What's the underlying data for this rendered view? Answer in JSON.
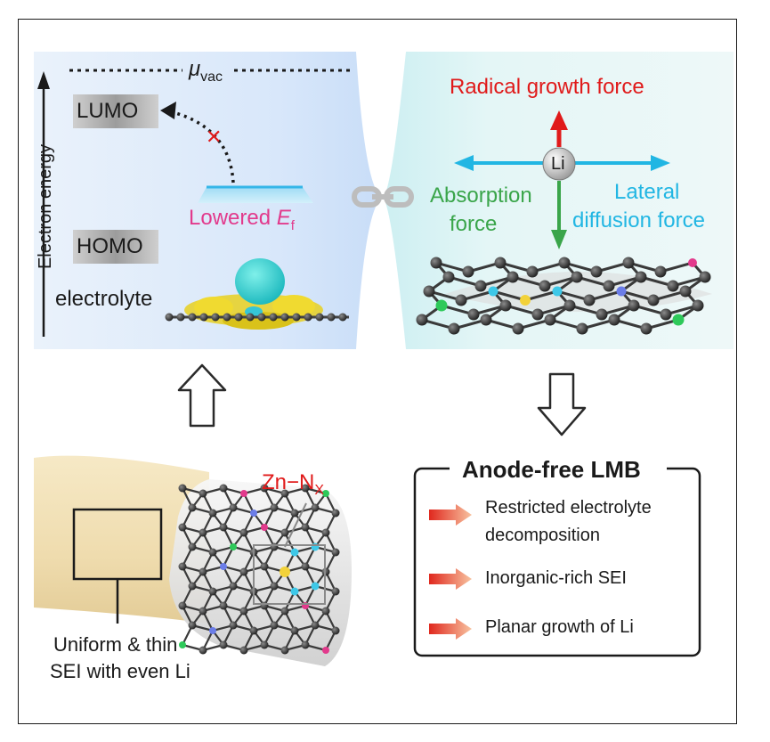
{
  "left_panel": {
    "axis_label": "Electron energy",
    "vac_mu": "μ",
    "vac_sub": "vac",
    "lumo": "LUMO",
    "homo": "HOMO",
    "electrolyte": "electrolyte",
    "lowered_prefix": "Lowered ",
    "lowered_E": "E",
    "lowered_sub": "f",
    "cross_mark": "✕"
  },
  "right_panel": {
    "radical": "Radical growth force",
    "absorption_1": "Absorption",
    "absorption_2": "force",
    "lateral_1": "Lateral",
    "lateral_2": "diffusion force",
    "li_atom": "Li"
  },
  "bottom_left": {
    "zn_prefix": "Zn−N",
    "zn_sub": "X",
    "caption_1": "Uniform & thin",
    "caption_2": "SEI with even Li"
  },
  "result_box": {
    "title": "Anode-free LMB",
    "items": [
      {
        "line1": "Restricted electrolyte",
        "line2": "decomposition"
      },
      {
        "line1": "Inorganic-rich SEI",
        "line2": ""
      },
      {
        "line1": "Planar growth of Li",
        "line2": ""
      }
    ]
  },
  "colors": {
    "red": "#e01a1a",
    "green": "#3aa54a",
    "cyan": "#21b6e3",
    "magenta": "#e23a8c",
    "carbon": "#3a3a3a",
    "nitrogen": "#3ec8e8",
    "zinc": "#f2d23a",
    "sei": "#f2e2b8"
  }
}
